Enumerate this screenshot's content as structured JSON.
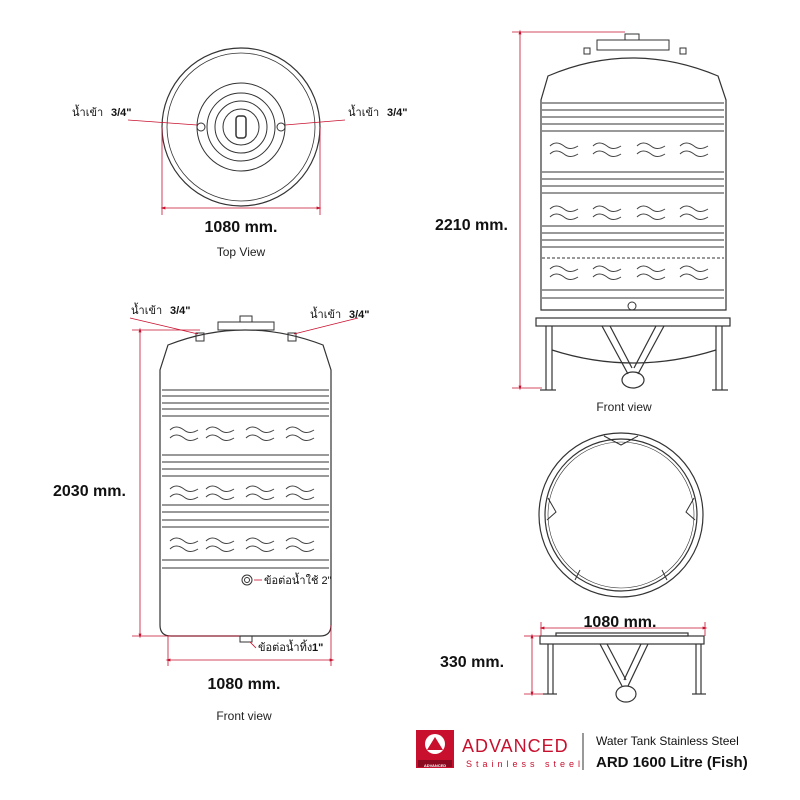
{
  "top_view": {
    "inlet_left": "น้ำเข้า",
    "inlet_left_size": "3/4\"",
    "inlet_right": "น้ำเข้า",
    "inlet_right_size": "3/4\"",
    "width_label": "1080 mm.",
    "caption": "Top View"
  },
  "front_left": {
    "inlet_left": "น้ำเข้า",
    "inlet_left_size": "3/4\"",
    "inlet_right": "น้ำเข้า",
    "inlet_right_size": "3/4\"",
    "height_label": "2030 mm.",
    "outlet_label": "ข้อต่อน้ำใช้ 2\"",
    "drain_label": "ข้อต่อน้ำทิ้ง",
    "drain_size": "1\"",
    "width_label": "1080 mm.",
    "caption": "Front view"
  },
  "front_right": {
    "height_label": "2210 mm.",
    "caption": "Front view"
  },
  "stand": {
    "width_label": "1080 mm.",
    "height_label": "330 mm."
  },
  "brand": {
    "name": "ADVANCED",
    "subtitle": "Stainless steel",
    "logo_text": "ADVANCED",
    "product_line": "Water Tank Stainless Steel",
    "model": "ARD 1600 Litre (Fish)",
    "accent": "#c8102e"
  }
}
